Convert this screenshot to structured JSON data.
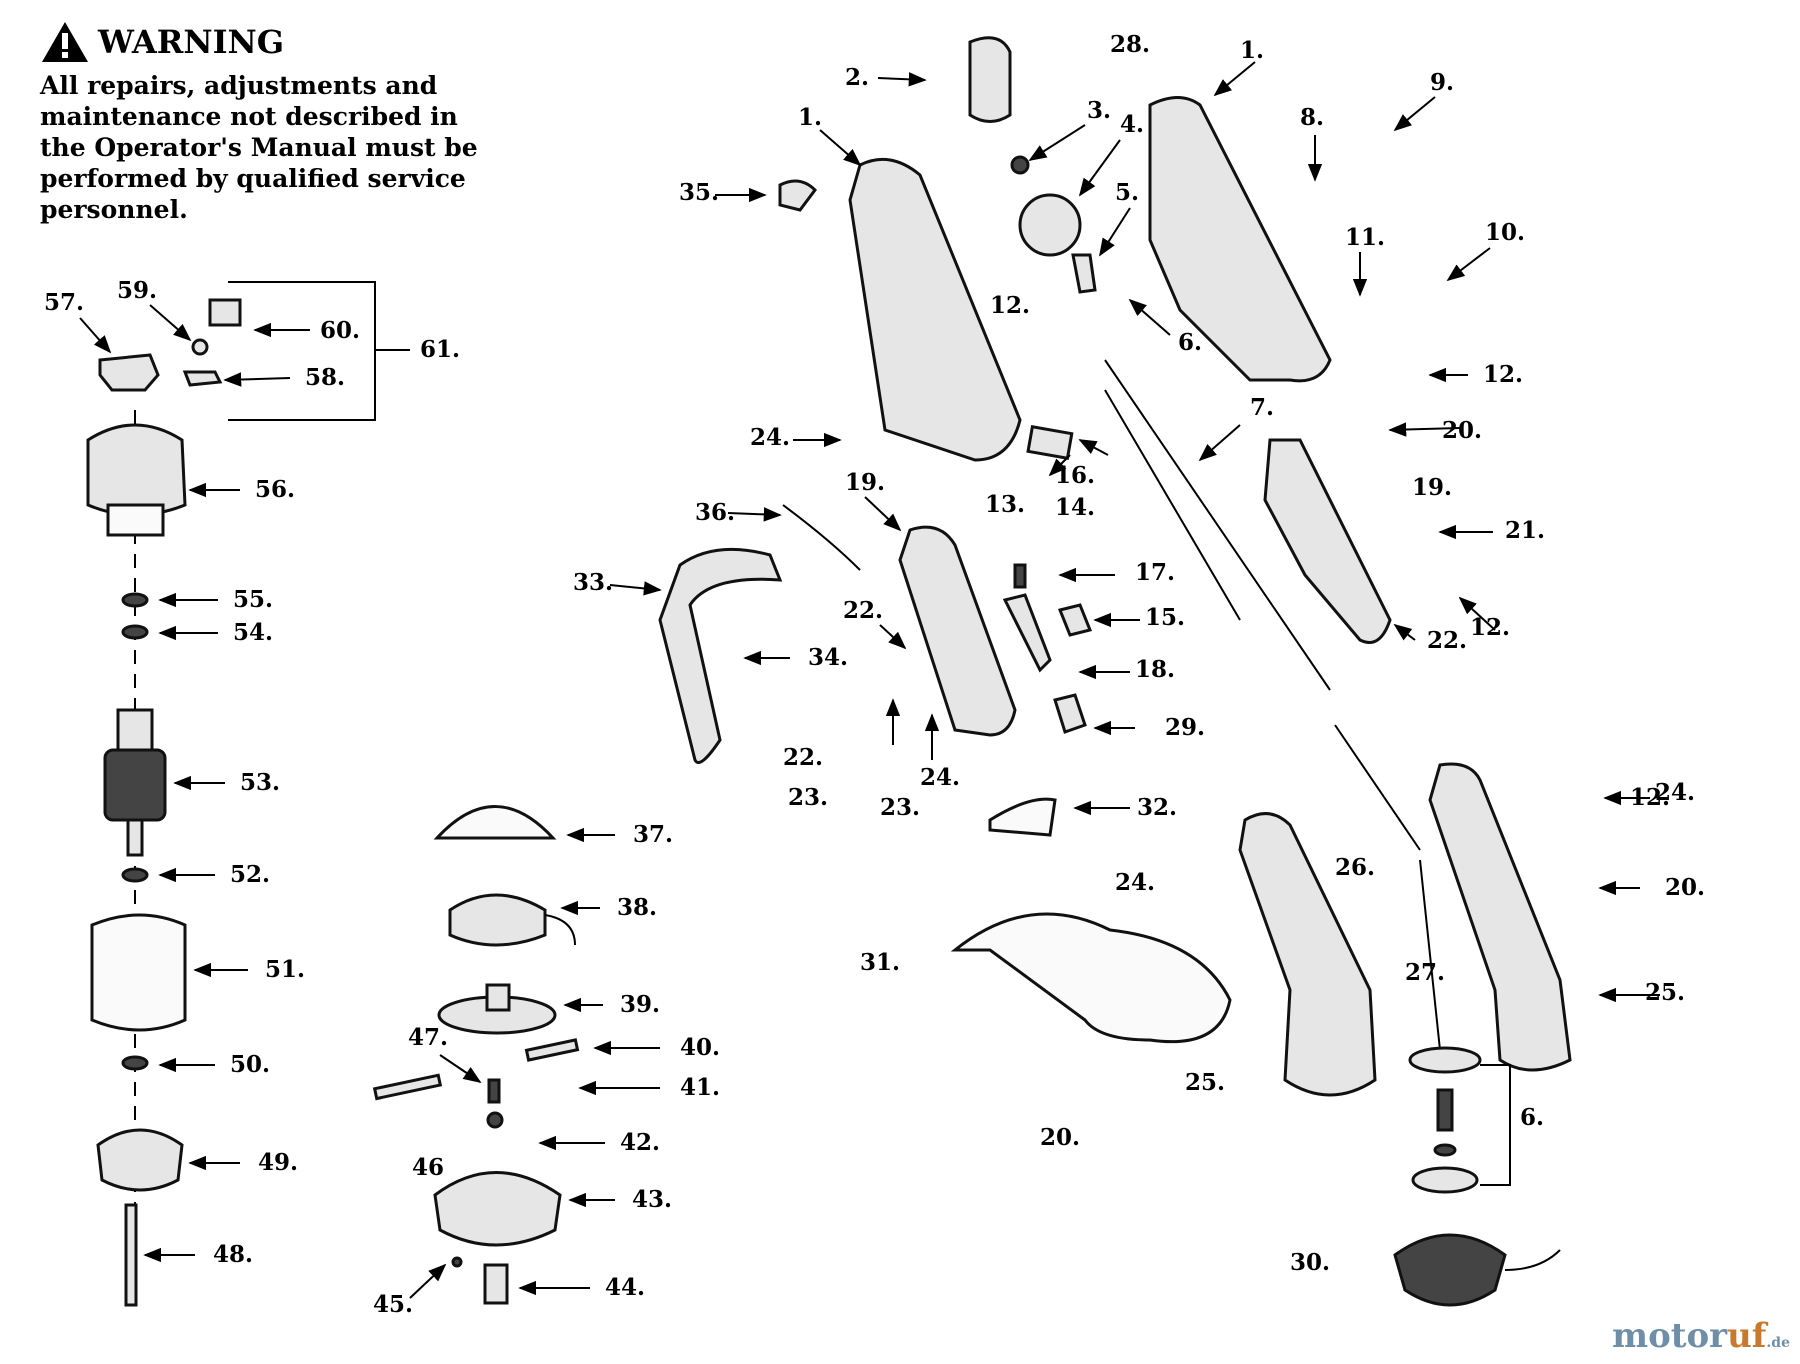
{
  "warning": {
    "title": "WARNING",
    "lines": [
      "All repairs, adjustments and",
      "maintenance not described in",
      "the Operator's Manual must be",
      "performed by qualified service",
      "personnel."
    ]
  },
  "logo": {
    "part1": "motor",
    "part2": "uf",
    "suffix": ".de"
  },
  "callouts": [
    "1.",
    "1.",
    "2.",
    "3.",
    "4.",
    "5.",
    "6.",
    "6.",
    "7.",
    "8.",
    "9.",
    "10.",
    "11.",
    "12.",
    "12.",
    "12.",
    "12.",
    "13.",
    "14.",
    "15.",
    "16.",
    "17.",
    "18.",
    "19.",
    "19.",
    "20.",
    "20.",
    "20.",
    "21.",
    "22.",
    "22.",
    "22.",
    "23.",
    "23.",
    "24.",
    "24.",
    "24.",
    "24.",
    "25.",
    "25.",
    "26.",
    "27.",
    "28.",
    "29.",
    "30.",
    "31.",
    "32.",
    "33.",
    "34.",
    "35.",
    "36.",
    "37.",
    "38.",
    "39.",
    "40.",
    "41.",
    "42.",
    "43.",
    "44.",
    "45.",
    "46",
    "47.",
    "48.",
    "49.",
    "50.",
    "51.",
    "52.",
    "53.",
    "54.",
    "55.",
    "56.",
    "57.",
    "58.",
    "59.",
    "60.",
    "61."
  ]
}
